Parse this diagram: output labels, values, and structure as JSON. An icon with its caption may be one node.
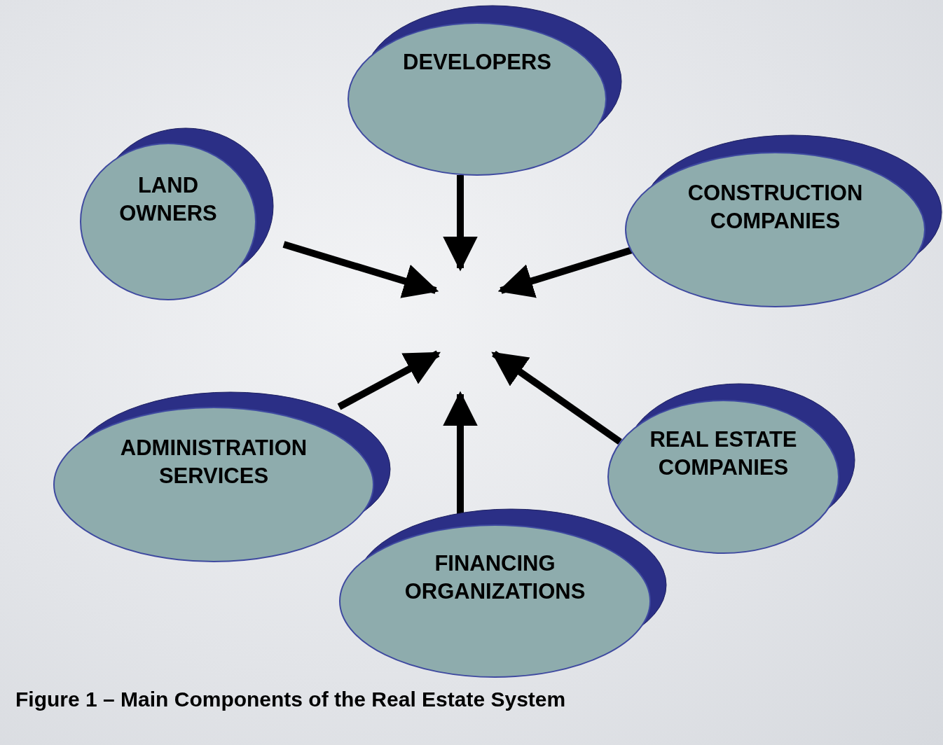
{
  "diagram": {
    "caption": "Figure 1 – Main Components of the Real Estate System",
    "nodes": [
      {
        "text": [
          "DEVELOPERS"
        ]
      },
      {
        "text": [
          "LAND OWNERS"
        ]
      },
      {
        "text": [
          "CONSTRUCTION COMPANIES"
        ]
      },
      {
        "text": [
          "ADMINISTRATION SERVICES"
        ]
      },
      {
        "text": [
          "REAL ESTATE COMPANIES"
        ]
      },
      {
        "text": [
          "FINANCING ORGANIZATIONS"
        ]
      }
    ],
    "edges": [
      {
        "from": 0,
        "to": null,
        "arrow": "to"
      },
      {
        "from": 1,
        "to": null,
        "arrow": "to"
      },
      {
        "from": 2,
        "to": null,
        "arrow": "to"
      },
      {
        "from": 3,
        "to": null,
        "arrow": "to"
      },
      {
        "from": 4,
        "to": null,
        "arrow": "to"
      },
      {
        "from": 5,
        "to": null,
        "arrow": "to"
      }
    ]
  }
}
